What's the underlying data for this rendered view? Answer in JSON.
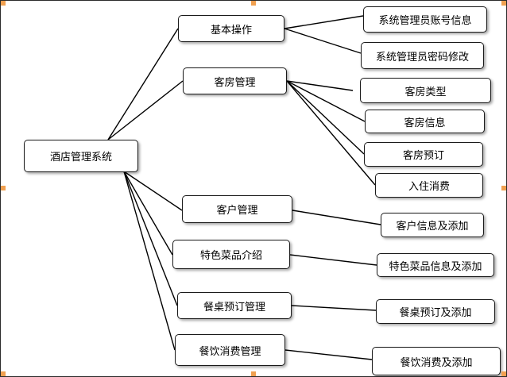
{
  "diagram": {
    "root": {
      "id": "root",
      "label": "酒店管理系统"
    },
    "categories": [
      {
        "id": "c1",
        "label": "基本操作",
        "children": [
          {
            "id": "c1a",
            "label": "系统管理员账号信息"
          },
          {
            "id": "c1b",
            "label": "系统管理员密码修改"
          }
        ]
      },
      {
        "id": "c2",
        "label": "客房管理",
        "children": [
          {
            "id": "c2a",
            "label": "客房类型"
          },
          {
            "id": "c2b",
            "label": "客房信息"
          },
          {
            "id": "c2c",
            "label": "客房预订"
          },
          {
            "id": "c2d",
            "label": "入住消费"
          }
        ]
      },
      {
        "id": "c3",
        "label": "客户管理",
        "children": [
          {
            "id": "c3a",
            "label": "客户信息及添加"
          }
        ]
      },
      {
        "id": "c4",
        "label": "特色菜品介绍",
        "children": [
          {
            "id": "c4a",
            "label": "特色菜品信息及添加"
          }
        ]
      },
      {
        "id": "c5",
        "label": "餐桌预订管理",
        "children": [
          {
            "id": "c5a",
            "label": "餐桌预订及添加"
          }
        ]
      },
      {
        "id": "c6",
        "label": "餐饮消费管理",
        "children": [
          {
            "id": "c6a",
            "label": "餐饮消费及添加"
          }
        ]
      }
    ]
  },
  "colors": {
    "line": "#000000",
    "border": "#1a1a1a",
    "handle": "#f0a050"
  }
}
